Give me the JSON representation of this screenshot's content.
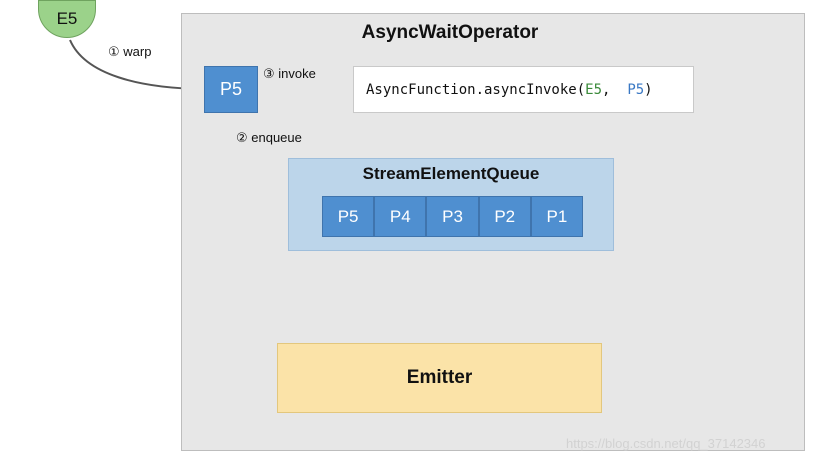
{
  "operator": {
    "title": "AsyncWaitOperator"
  },
  "input_element": {
    "label": "E5"
  },
  "promise": {
    "label": "P5"
  },
  "invoke_call": {
    "prefix": "AsyncFunction.asyncInvoke(",
    "arg1": "E5",
    "sep": ", ",
    "arg2": "P5",
    "suffix": ")"
  },
  "steps": {
    "warp": "① warp",
    "invoke": "③ invoke",
    "enqueue": "② enqueue"
  },
  "queue": {
    "title": "StreamElementQueue",
    "cells": [
      "P5",
      "P4",
      "P3",
      "P2",
      "P1"
    ]
  },
  "emitter": {
    "label": "Emitter"
  },
  "watermark": "https://blog.csdn.net/qq_37142346",
  "colors": {
    "operator_bg": "#e7e7e7",
    "promise_blue": "#4f8fd0",
    "queue_panel": "#bcd5ea",
    "emitter_fill": "#fbe3a8",
    "input_green": "#9bd28a",
    "arrow_gray": "#555555",
    "arrow_gold": "#c8961e"
  }
}
